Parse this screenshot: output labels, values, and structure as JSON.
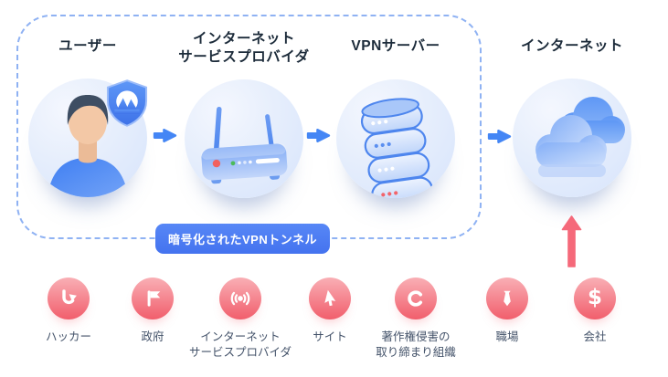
{
  "colors": {
    "accent_blue": "#4486F5",
    "tunnel_border": "#8FB2F3",
    "pill_bg": "#4D7CF3",
    "threat_pink_top": "#F9AFB5",
    "threat_pink_bottom": "#F15E6C",
    "title_text": "#1C2B3A",
    "label_text": "#44536A"
  },
  "tunnel": {
    "pill_label": "暗号化されたVPNトンネル",
    "nodes": [
      {
        "name": "user",
        "title_lines": [
          "ユーザー"
        ],
        "icon": "user-avatar-with-vpn-shield-icon"
      },
      {
        "name": "isp-router",
        "title_lines": [
          "インターネット",
          "サービスプロバイダ"
        ],
        "icon": "wifi-router-icon"
      },
      {
        "name": "vpn-server",
        "title_lines": [
          "VPNサーバー"
        ],
        "icon": "server-stack-icon"
      }
    ]
  },
  "internet_node": {
    "name": "internet",
    "title_lines": [
      "インターネット"
    ],
    "icon": "cloud-icon"
  },
  "flow_arrows": {
    "icon": "right-arrow-icon",
    "count": 3,
    "color": "#4486F5"
  },
  "exposure_arrow": {
    "icon": "up-arrow-icon",
    "color": "#F5697A",
    "points_to": "internet"
  },
  "threats": [
    {
      "label_lines": [
        "ハッカー"
      ],
      "icon": "hook-arrow-icon"
    },
    {
      "label_lines": [
        "政府"
      ],
      "icon": "flag-icon"
    },
    {
      "label_lines": [
        "インターネット",
        "サービスプロバイダ"
      ],
      "icon": "broadcast-icon"
    },
    {
      "label_lines": [
        "サイト"
      ],
      "icon": "cursor-icon"
    },
    {
      "label_lines": [
        "著作権侵害の",
        "取り締まり組織"
      ],
      "icon": "copyright-icon",
      "glyph": "C"
    },
    {
      "label_lines": [
        "職場"
      ],
      "icon": "necktie-icon"
    },
    {
      "label_lines": [
        "会社"
      ],
      "icon": "dollar-icon",
      "glyph": "$"
    }
  ]
}
